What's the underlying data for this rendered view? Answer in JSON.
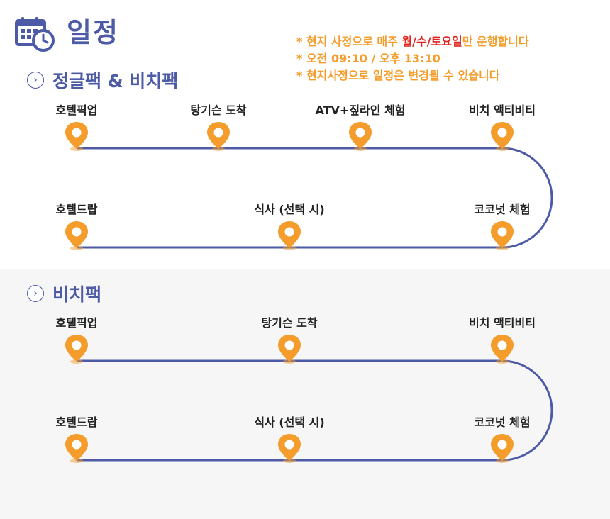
{
  "title": "일정",
  "notes": {
    "line1_prefix": "* 현지 사정으로 매주 ",
    "line1_days": "월/수/토요일",
    "line1_suffix": "만 운행합니다",
    "line2": "* 오전 09:10 / 오후 13:10",
    "line3": "* 현지사정으로 일정은 변경될 수 있습니다"
  },
  "sections": [
    {
      "title": "정글팩 & 비치팩",
      "row1": [
        "호텔픽업",
        "탕기슨 도착",
        "ATV+짚라인 체험",
        "비치 액티비티"
      ],
      "row2": [
        "호텔드랍",
        "식사 (선택 시)",
        "코코넛 체험"
      ]
    },
    {
      "title": "비치팩",
      "row1": [
        "호텔픽업",
        "탕기슨 도착",
        "비치 액티비티"
      ],
      "row2": [
        "호텔드랍",
        "식사 (선택 시)",
        "코코넛 체험"
      ]
    }
  ],
  "colors": {
    "brand": "#4d5ba7",
    "accent": "#f49d2c",
    "highlight": "#e0231e"
  }
}
